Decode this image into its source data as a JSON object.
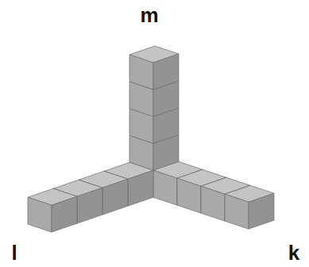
{
  "diagram": {
    "labels": [
      "m",
      "l",
      "k"
    ]
  }
}
